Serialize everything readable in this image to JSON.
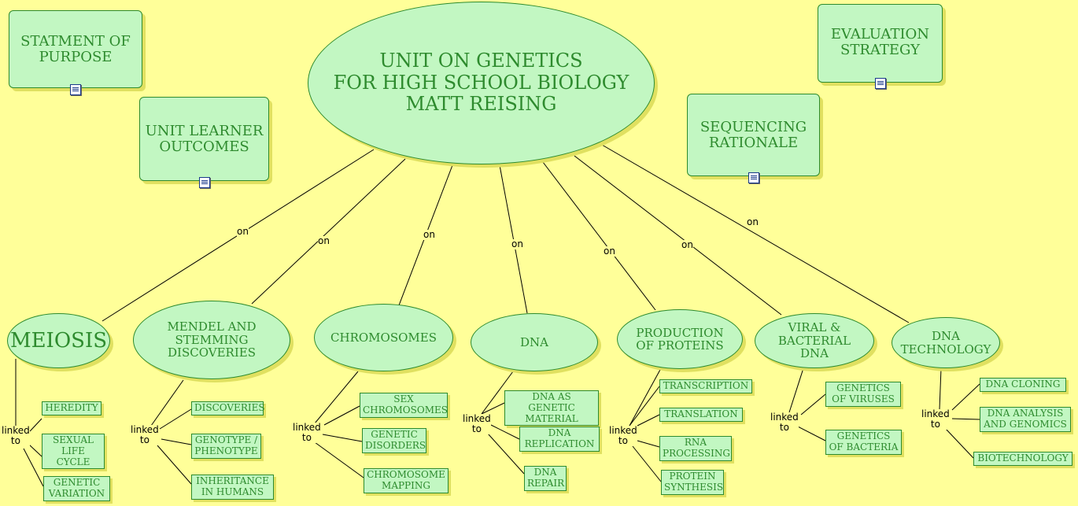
{
  "colors": {
    "background": "#ffff99",
    "node_fill": "#c2f7c2",
    "node_border": "#2e8b2e",
    "text": "#2e8b2e"
  },
  "main_title": {
    "line1": "UNIT ON GENETICS",
    "line2": "FOR HIGH SCHOOL BIOLOGY",
    "line3": "MATT REISING"
  },
  "resource_boxes": {
    "statement": "STATMENT OF PURPOSE",
    "outcomes": "UNIT LEARNER OUTCOMES",
    "sequencing": "SEQUENCING RATIONALE",
    "evaluation": "EVALUATION STRATEGY"
  },
  "link_words": {
    "on": "on",
    "linked": "linked",
    "to": "to"
  },
  "topics": [
    {
      "label": "MEIOSIS",
      "subtopics": [
        "HEREDITY",
        "SEXUAL LIFE CYCLE",
        "GENETIC VARIATION"
      ]
    },
    {
      "label": "MENDEL AND STEMMING DISCOVERIES",
      "subtopics": [
        "DISCOVERIES",
        "GENOTYPE / PHENOTYPE",
        "INHERITANCE IN HUMANS"
      ]
    },
    {
      "label": "CHROMOSOMES",
      "subtopics": [
        "SEX CHROMOSOMES",
        "GENETIC DISORDERS",
        "CHROMOSOME MAPPING"
      ]
    },
    {
      "label": "DNA",
      "subtopics": [
        "DNA AS GENETIC MATERIAL",
        "DNA REPLICATION",
        "DNA REPAIR"
      ]
    },
    {
      "label": "PRODUCTION OF PROTEINS",
      "subtopics": [
        "TRANSCRIPTION",
        "TRANSLATION",
        "RNA PROCESSING",
        "PROTEIN SYNTHESIS"
      ]
    },
    {
      "label": "VIRAL & BACTERIAL DNA",
      "subtopics": [
        "GENETICS OF VIRUSES",
        "GENETICS OF BACTERIA"
      ]
    },
    {
      "label": "DNA TECHNOLOGY",
      "subtopics": [
        "DNA CLONING",
        "DNA ANALYSIS AND GENOMICS",
        "BIOTECHNOLOGY"
      ]
    }
  ],
  "icons": {
    "resource": "document-icon"
  }
}
